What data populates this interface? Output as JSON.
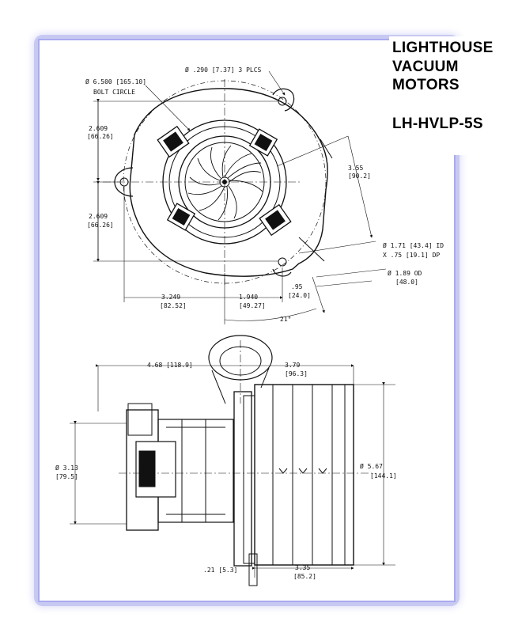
{
  "title": {
    "line1": "LIGHTHOUSE",
    "line2": "VACUUM",
    "line3": "MOTORS",
    "model": "LH-HVLP-5S"
  },
  "top_view": {
    "hole_dia": "Ø .290 [7.37] 3 PLCS",
    "bolt_circle_dia": "Ø 6.500 [165.10]",
    "bolt_circle_label": "BOLT CIRCLE",
    "upper_height_in": "2.609",
    "upper_height_mm": "[66.26]",
    "lower_height_in": "2.609",
    "lower_height_mm": "[66.26]",
    "outlet_offset_in": "3.55",
    "outlet_offset_mm": "[90.2]",
    "outlet_id": "Ø 1.71 [43.4] ID",
    "outlet_depth": "X .75 [19.1] DP",
    "outlet_od_in": "Ø 1.89 OD",
    "outlet_od_mm": "[48.0]",
    "outlet_wall_in": ".95",
    "outlet_wall_mm": "[24.0]",
    "left_width_in": "3.249",
    "left_width_mm": "[82.52]",
    "right_width_in": "1.940",
    "right_width_mm": "[49.27]",
    "angle": "21°"
  },
  "side_view": {
    "overall_in": "4.68 [118.9]",
    "outlet_in": "3.79",
    "outlet_mm": "[96.3]",
    "motor_dia_in": "Ø 3.13",
    "motor_dia_mm": "[79.5]",
    "fan_dia_in": "Ø 5.67",
    "fan_dia_mm": "[144.1]",
    "flange_in": ".21 [5.3]",
    "fan_len_in": "3.35",
    "fan_len_mm": "[85.2]"
  },
  "colors": {
    "frame_border": "#a9abee",
    "frame_glow": "#c8c9f2",
    "line": "#111111"
  }
}
